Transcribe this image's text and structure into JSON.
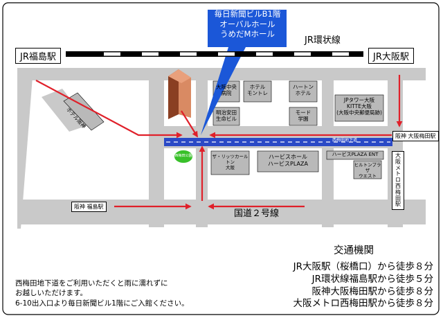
{
  "callout": {
    "line1": "毎日新聞ビルB1階",
    "line2": "オーバルホール",
    "line3": "うめだMホール"
  },
  "railway": {
    "left_station": "JR福島駅",
    "right_station": "JR大阪駅",
    "line_name": "JR環状線"
  },
  "roads": {
    "national_route": "国道２号線"
  },
  "stations": {
    "hanshin_osaka_umeda": "阪神 大阪梅田駅",
    "hanshin_fukushima": "阪神 福島駅",
    "metro_nishi_umeda": "大阪メトロ 西梅田駅",
    "nishi_umeda_underpass": "西梅田地下道"
  },
  "buildings": {
    "hotel_hanshin": "ホテル阪神",
    "osaka_chuo_hospital": [
      "大阪中央",
      "病院"
    ],
    "hotel_monterey": [
      "ホテル",
      "モントレ"
    ],
    "hilton_hotel": [
      "ハートン",
      "ホテル"
    ],
    "jp_tower": [
      "JPタワー大阪",
      "KITTE大阪",
      "(大阪中央郵便局跡)"
    ],
    "meiji_yasuda": [
      "明治安田",
      "生命ビル"
    ],
    "mode_gakuen": [
      "モード",
      "学園"
    ],
    "nishi_umeda_park": "西梅田公園",
    "ritz_carlton": [
      "ザ・リッツカールトン",
      "大阪"
    ],
    "herbis_hall": [
      "ハービスホール",
      "ハービスPLAZA"
    ],
    "herbis_ent": "ハービスPLAZA ENT",
    "hilton_west": [
      "ヒルトンプラザ",
      "ウエスト"
    ]
  },
  "access": {
    "title": "交通機関",
    "lines": [
      "JR大阪駅（桜橋口）から徒歩８分",
      "JR環状線福島駅から徒歩５分",
      "阪神大阪梅田駅から徒歩８分",
      "大阪メトロ西梅田駅から徒歩８分"
    ]
  },
  "note": [
    "西梅田地下道をご利用いただくと雨に濡れずに",
    "お越しいただけます。",
    "6-10出入口より毎日新聞ビル1階にご入館ください。"
  ],
  "colors": {
    "route_arrow": "#e0202a",
    "callout": "#1b57d8",
    "underpass": "#2a49c6",
    "road": "#c9c9c9",
    "building": "#b9b9b9",
    "park": "#39c02a",
    "highlight_building": "#c97654"
  }
}
